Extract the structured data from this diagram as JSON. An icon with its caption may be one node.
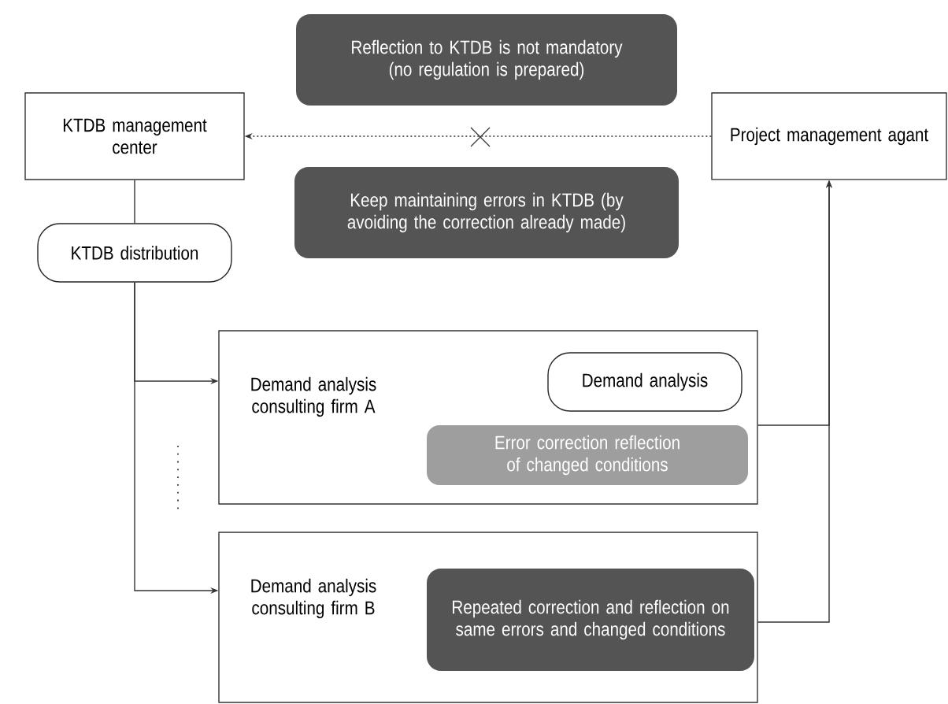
{
  "diagram": {
    "nodes": [
      {
        "text": [
          "KTDB management center"
        ]
      },
      {
        "text": [
          "Project management agant"
        ]
      },
      {
        "text": [
          "Reflection to KTDB is not mandatory (no regulation is prepared)"
        ]
      },
      {
        "text": [
          "Keep maintaining errors in KTDB (by avoiding the correction already made)"
        ]
      },
      {
        "text": [
          "KTDB distribution"
        ]
      },
      {
        "text": [
          "Demand analysis consulting firm A"
        ]
      },
      {
        "text": [
          "Demand analysis"
        ],
        "in": 5
      },
      {
        "text": [
          "Error correction reflection of changed conditions"
        ],
        "in": 5
      },
      {
        "text": [
          "Demand analysis consulting firm B"
        ]
      },
      {
        "text": [
          "Repeated correction and reflection on same errors and changed conditions"
        ],
        "in": 8
      }
    ],
    "edges": [
      {
        "from": 1,
        "to": 0,
        "arrow": "to",
        "style": "dashed"
      },
      {
        "from": 0,
        "to": 4,
        "arrow": "none"
      },
      {
        "from": 4,
        "to": 5,
        "arrow": "to"
      },
      {
        "from": 4,
        "to": 8,
        "arrow": "to"
      },
      {
        "from": 5,
        "to": 1,
        "arrow": "to"
      },
      {
        "from": 8,
        "to": 1,
        "arrow": "to"
      }
    ]
  }
}
